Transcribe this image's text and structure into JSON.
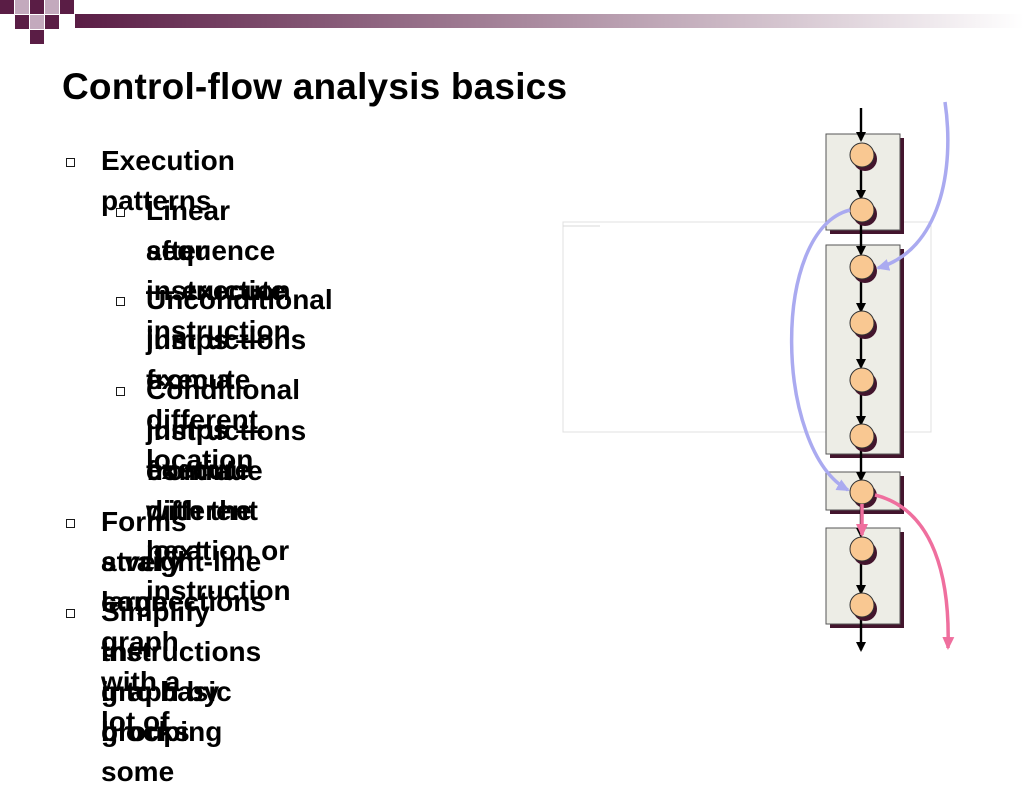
{
  "slide": {
    "title": "Control-flow analysis basics",
    "bullets": [
      {
        "level": 1,
        "text": "Execution patterns"
      },
      {
        "level": 2,
        "lines": [
          "Linear sequence — execute instruction",
          "after instruction"
        ]
      },
      {
        "level": 2,
        "lines": [
          "Unconditional jumps — execute",
          "instructions from a different location"
        ]
      },
      {
        "level": 2,
        "lines": [
          "Conditional jumps — execute",
          "instructions from a different location or",
          "continue with the next instruction"
        ]
      },
      {
        "level": 1,
        "lines": [
          "Forms a very large graph with a lot of",
          "straight-line connections"
        ]
      },
      {
        "level": 1,
        "lines": [
          "Simplify the graph by grouping some",
          "instructions into basic blocks"
        ]
      }
    ]
  },
  "diagram": {
    "block_count": 4,
    "node_count": 9,
    "colors": {
      "node_fill": "#f9c892",
      "block_fill": "#edede6",
      "block_shadow": "#43152d",
      "unconditional_arrow": "#aaaaf0",
      "conditional_arrow": "#ef6f9e",
      "accent": "#5a1d45"
    }
  }
}
